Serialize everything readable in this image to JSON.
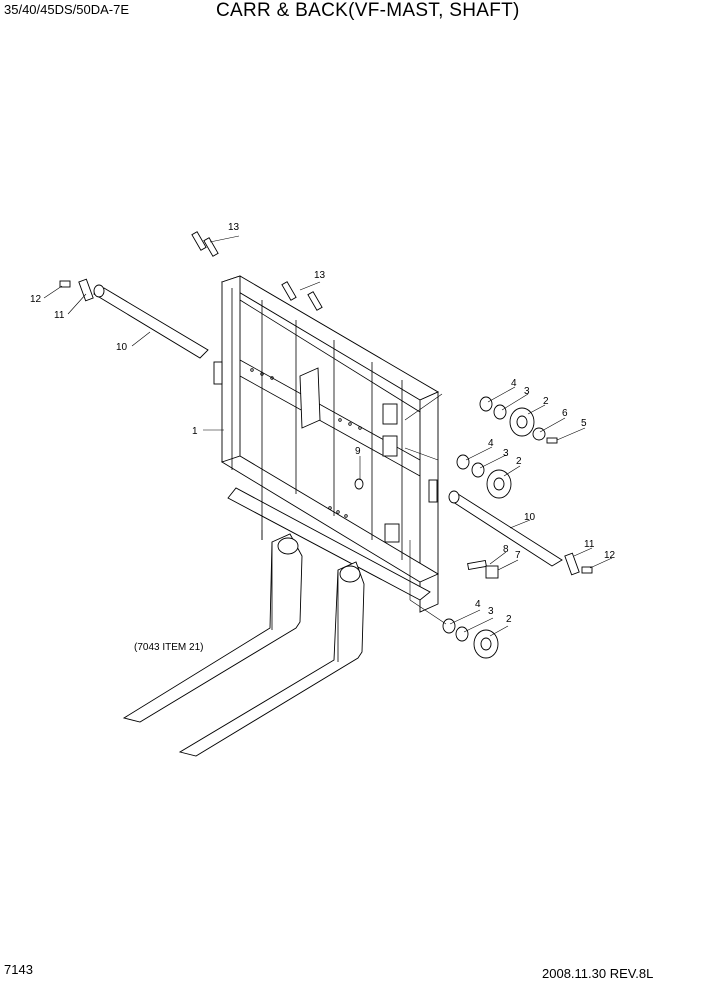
{
  "header": {
    "model": "35/40/45DS/50DA-7E",
    "title": "CARR & BACK(VF-MAST, SHAFT)"
  },
  "footer": {
    "page_number": "7143",
    "revision": "2008.11.30  REV.8L"
  },
  "diagram": {
    "reference_note": "(7043 ITEM 21)",
    "callouts": {
      "c1": "1",
      "c2a": "2",
      "c2b": "2",
      "c2c": "2",
      "c3a": "3",
      "c3b": "3",
      "c3c": "3",
      "c4a": "4",
      "c4b": "4",
      "c4c": "4",
      "c5": "5",
      "c6": "6",
      "c7": "7",
      "c8": "8",
      "c9": "9",
      "c10a": "10",
      "c10b": "10",
      "c11a": "11",
      "c11b": "11",
      "c12a": "12",
      "c12b": "12",
      "c13a": "13",
      "c13b": "13"
    }
  }
}
